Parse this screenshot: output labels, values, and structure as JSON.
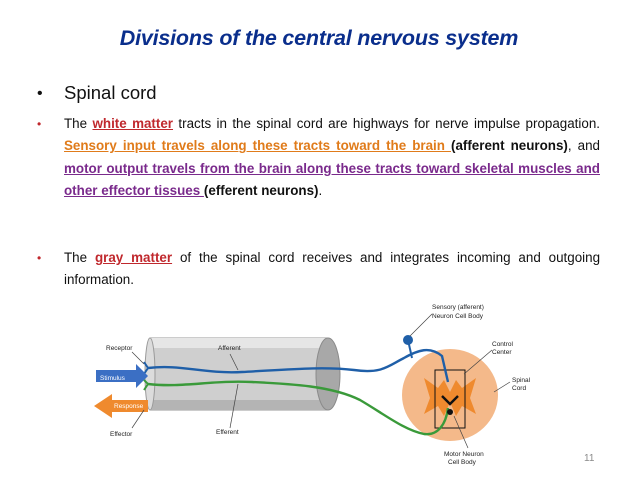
{
  "title": "Divisions of the central nervous system",
  "heading": {
    "bullet": "•",
    "text": "Spinal cord"
  },
  "bullets": [
    {
      "bullet": "•",
      "parts": {
        "p1": "The ",
        "p2": "white matter",
        "p3": " tracts in the spinal cord are highways for nerve impulse propagation. ",
        "p4": "Sensory input travels along these tracts toward the brain ",
        "p5": "(afferent neurons)",
        "p6": ", and ",
        "p7": "motor output travels from the brain along these tracts toward skeletal muscles and other effector tissues ",
        "p8": "(efferent neurons)",
        "p9": "."
      }
    },
    {
      "bullet": "•",
      "parts": {
        "p1": "The ",
        "p2": "gray matter",
        "p3": " of the spinal cord receives and integrates incoming and outgoing information."
      }
    }
  ],
  "diagram": {
    "labels": {
      "receptor": "Receptor",
      "afferent": "Afferent",
      "stimulus": "Stimulus",
      "response": "Response",
      "effector": "Effector",
      "efferent": "Efferent",
      "sensory1": "Sensory (afferent)",
      "sensory2": "Neuron Cell Body",
      "control1": "Control",
      "control2": "Center",
      "spinal1": "Spinal",
      "spinal2": "Cord",
      "motor1": "Motor Neuron",
      "motor2": "Cell Body"
    },
    "colors": {
      "afferent": "#1f5fa8",
      "efferent": "#3a9a3a",
      "stimulus": "#3b6fc4",
      "response": "#ef8a2e",
      "cord": "#f4b98a",
      "gray_matter": "#ef8a2e",
      "nerve": "#c9c9c9"
    }
  },
  "page_number": "11"
}
